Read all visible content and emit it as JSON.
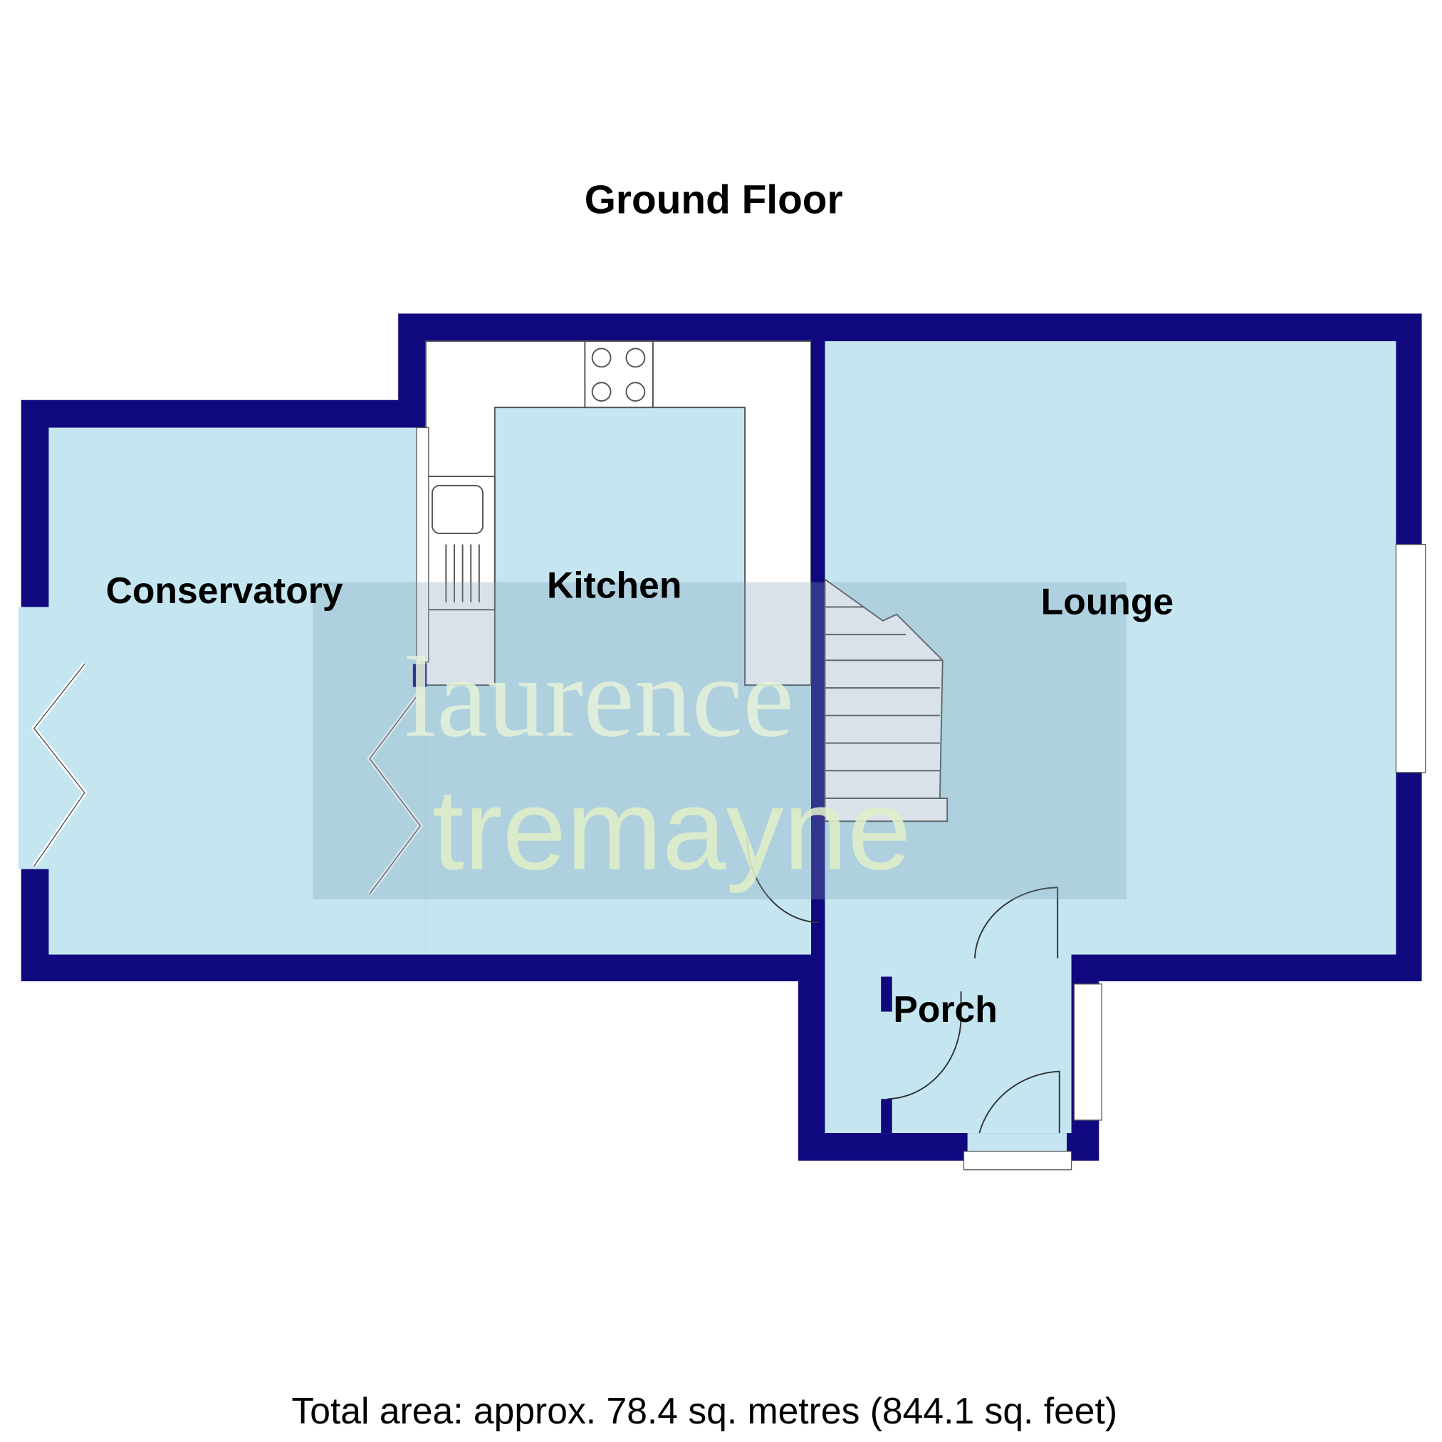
{
  "title": "Ground Floor",
  "rooms": {
    "conservatory": "Conservatory",
    "kitchen": "Kitchen",
    "lounge": "Lounge",
    "porch": "Porch"
  },
  "watermark": {
    "line1": "laurence",
    "line2": "tremayne"
  },
  "total_area": "Total area: approx. 78.4 sq. metres (844.1 sq. feet)",
  "colors": {
    "wall": "#10087f",
    "floor": "#c5e6f1",
    "counter": "#ffffff"
  }
}
